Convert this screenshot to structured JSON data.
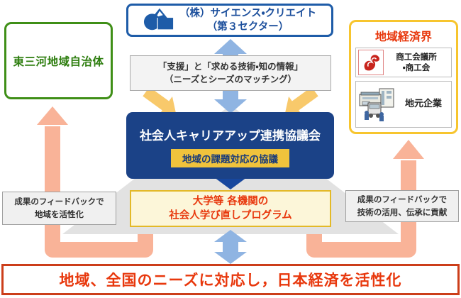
{
  "top_box": {
    "line1": "（株）サイエンス・クリエイト",
    "line2": "（第３セクター）"
  },
  "left_box": {
    "label": "東三河地域自治体"
  },
  "right_panel": {
    "title": "地域経済界",
    "member1": {
      "line1": "商工会議所",
      "line2": "・商工会"
    },
    "member2": {
      "label": "地元企業"
    }
  },
  "matching_box": {
    "line1": "「支援」と「求める技術・知の情報」",
    "line2": "（ニーズとシーズのマッチング）"
  },
  "council_box": {
    "title": "社会人キャリアアップ連携協議会",
    "subtitle": "地域の課題対応の協議"
  },
  "program_box": {
    "line1": "大学等 各機関の",
    "line2": "社会人学び直しプログラム"
  },
  "feedback_left": {
    "line1": "成果のフィードバックで",
    "line2": "地域を活性化"
  },
  "feedback_right": {
    "line1": "成果のフィードバックで",
    "line2": "技術の活用、伝承に貢献"
  },
  "banner": {
    "label": "地域、全国のニーズに対応し，日本経済を活性化"
  },
  "icons": {
    "top_logo": "science-create-logo",
    "member1_logo": "chamber-of-commerce-logo",
    "member2_icon": "company-building-illustration"
  },
  "colors": {
    "navy": "#1B4287",
    "blue_border": "#1E5CA8",
    "blue_text": "#1C4F9C",
    "green_border": "#3F8F17",
    "green_text": "#2E7E0F",
    "gold_border": "#F7C52E",
    "gold_fill": "#F0C33C",
    "red_text": "#E8380D",
    "banner_border": "#CC3E1A",
    "salmon_arrow": "#F9B398",
    "light_blue_arrow": "#8FB4E2",
    "yellow_arrow": "#F8C96B",
    "pyramid_gray": "#E2E2E2"
  }
}
